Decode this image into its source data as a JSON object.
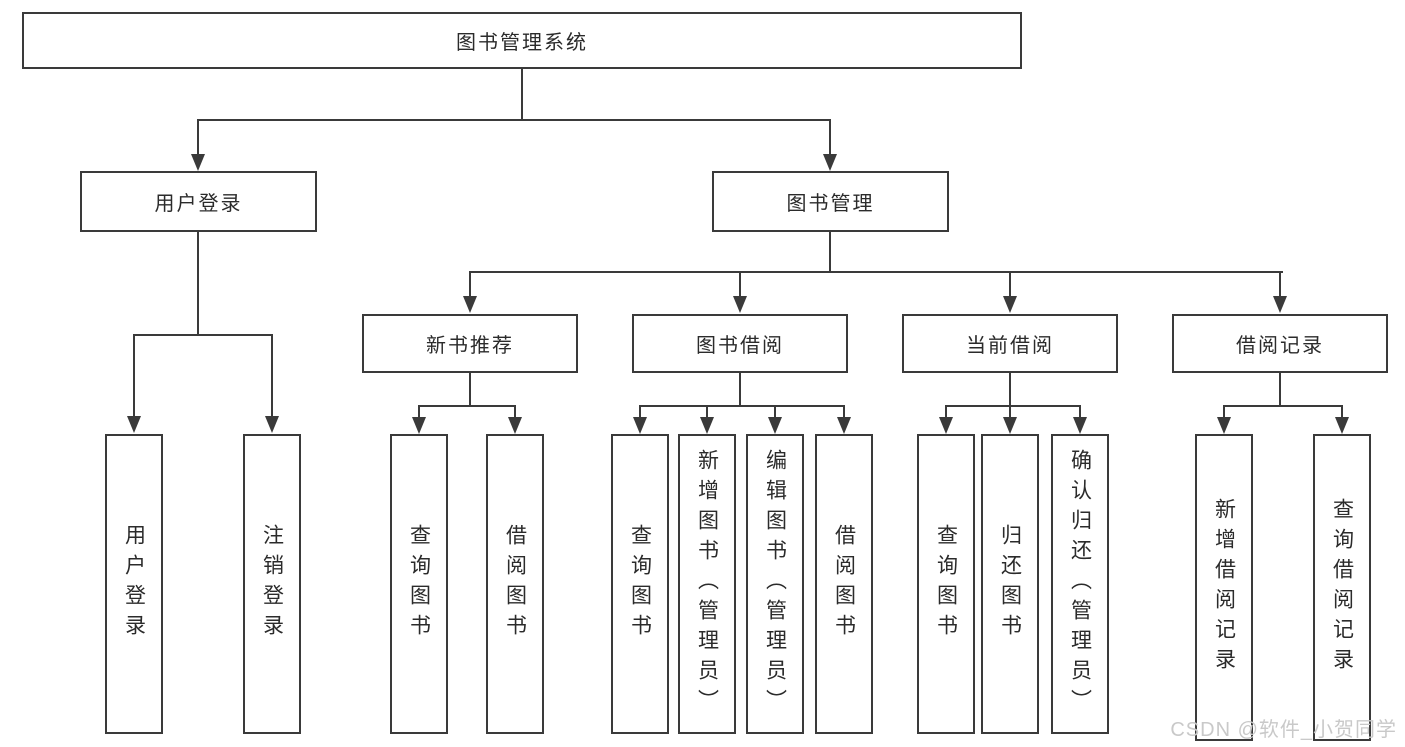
{
  "diagram": {
    "root": {
      "label": "图书管理系统"
    },
    "level2": [
      {
        "label": "用户登录"
      },
      {
        "label": "图书管理"
      }
    ],
    "level3": [
      {
        "label": "新书推荐"
      },
      {
        "label": "图书借阅"
      },
      {
        "label": "当前借阅"
      },
      {
        "label": "借阅记录"
      }
    ],
    "leaves": [
      {
        "label": "用户登录"
      },
      {
        "label": "注销登录"
      },
      {
        "label": "查询图书"
      },
      {
        "label": "借阅图书"
      },
      {
        "label": "查询图书"
      },
      {
        "label": "新增图书（管理员）"
      },
      {
        "label": "编辑图书（管理员）"
      },
      {
        "label": "借阅图书"
      },
      {
        "label": "查询图书"
      },
      {
        "label": "归还图书"
      },
      {
        "label": "确认归还（管理员）"
      },
      {
        "label": "新增借阅记录"
      },
      {
        "label": "查询借阅记录"
      }
    ]
  },
  "watermark": {
    "text": "CSDN @软件_小贺同学"
  },
  "colors": {
    "line": "#3a3a3a",
    "text": "#2b2b2b",
    "watermark": "#c9c9c9",
    "background": "#ffffff"
  }
}
